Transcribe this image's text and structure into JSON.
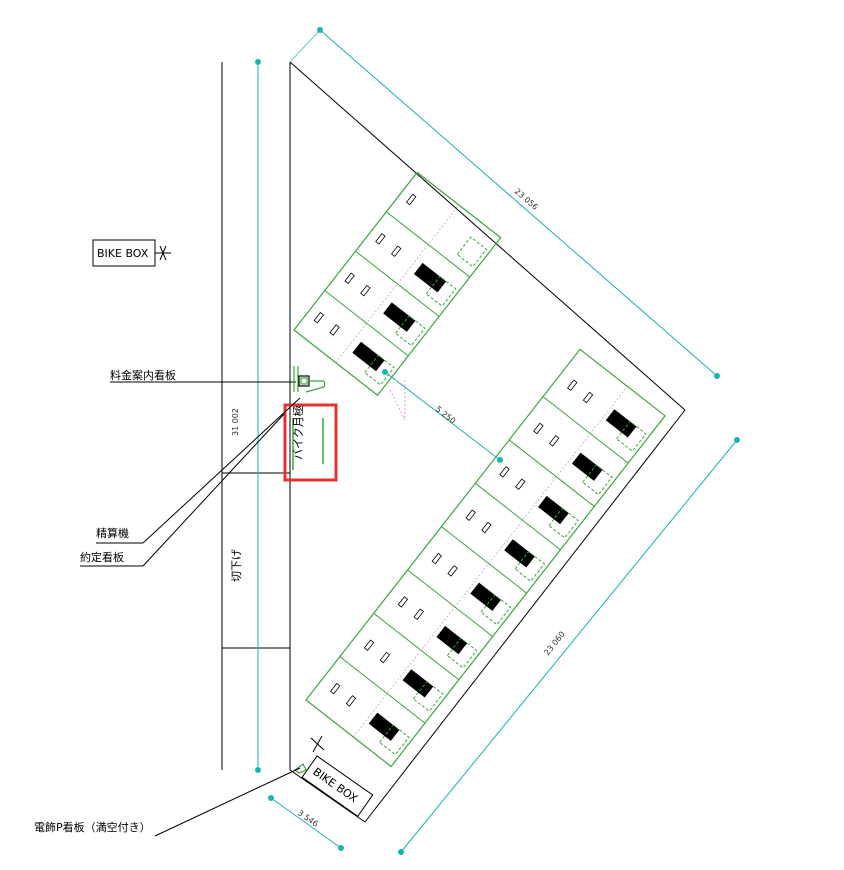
{
  "labels": {
    "bike_box_left": "BIKE BOX",
    "bike_box_bottom": "BIKE BOX",
    "fee_sign": "料金案内看板",
    "payment_machine": "精算機",
    "contract_sign": "約定看板",
    "curb_cut": "切下げ",
    "monthly_sign": "バイク月極",
    "electric_sign": "電飾P看板（満空付き）"
  },
  "dimensions": {
    "top_diagonal": "23 056",
    "left_vertical": "31 002",
    "middle": "5 250",
    "right_diagonal": "23 060",
    "bottom_small": "3 546"
  },
  "colors": {
    "dimension": "#19b3b3",
    "parking": "#3aa63a",
    "guide": "#d070d0",
    "highlight": "#e53333",
    "line": "#000000"
  }
}
